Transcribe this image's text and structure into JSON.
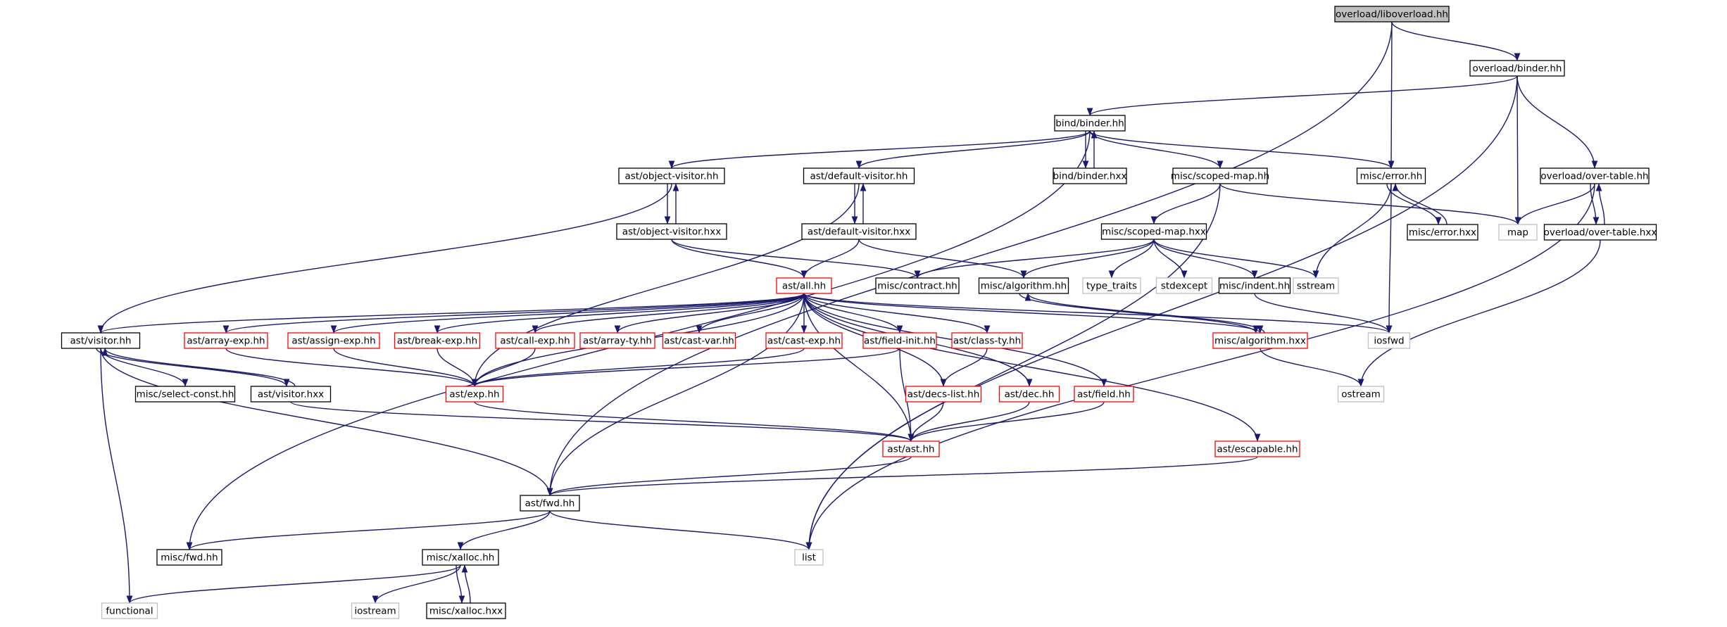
{
  "graph": {
    "colors": {
      "edge": "#191970",
      "root_fill": "#bfbfbf",
      "node_border": "#000000",
      "partial_border": "#ff0000",
      "external_border": "#bfbfbf",
      "text": "#000000"
    },
    "nodes": [
      {
        "id": "n_liboverload",
        "label": "overload/liboverload.hh",
        "kind": "root"
      },
      {
        "id": "n_ov_binder",
        "label": "overload/binder.hh",
        "kind": "normal"
      },
      {
        "id": "n_bind_binder",
        "label": "bind/binder.hh",
        "kind": "normal"
      },
      {
        "id": "n_ast_objvis",
        "label": "ast/object-visitor.hh",
        "kind": "normal"
      },
      {
        "id": "n_ast_defvis",
        "label": "ast/default-visitor.hh",
        "kind": "normal"
      },
      {
        "id": "n_bind_binder_hxx",
        "label": "bind/binder.hxx",
        "kind": "normal"
      },
      {
        "id": "n_misc_scopedmap",
        "label": "misc/scoped-map.hh",
        "kind": "normal"
      },
      {
        "id": "n_misc_error",
        "label": "misc/error.hh",
        "kind": "normal"
      },
      {
        "id": "n_ov_overtable",
        "label": "overload/over-table.hh",
        "kind": "normal"
      },
      {
        "id": "n_ast_objvis_hxx",
        "label": "ast/object-visitor.hxx",
        "kind": "normal"
      },
      {
        "id": "n_ast_defvis_hxx",
        "label": "ast/default-visitor.hxx",
        "kind": "normal"
      },
      {
        "id": "n_misc_scopedmap_hxx",
        "label": "misc/scoped-map.hxx",
        "kind": "normal"
      },
      {
        "id": "n_misc_error_hxx",
        "label": "misc/error.hxx",
        "kind": "normal"
      },
      {
        "id": "n_map",
        "label": "map",
        "kind": "external"
      },
      {
        "id": "n_ov_overtable_hxx",
        "label": "overload/over-table.hxx",
        "kind": "normal"
      },
      {
        "id": "n_ast_all",
        "label": "ast/all.hh",
        "kind": "partial"
      },
      {
        "id": "n_misc_contract",
        "label": "misc/contract.hh",
        "kind": "normal"
      },
      {
        "id": "n_misc_algorithm",
        "label": "misc/algorithm.hh",
        "kind": "normal"
      },
      {
        "id": "n_type_traits",
        "label": "type_traits",
        "kind": "external"
      },
      {
        "id": "n_stdexcept",
        "label": "stdexcept",
        "kind": "external"
      },
      {
        "id": "n_misc_indent",
        "label": "misc/indent.hh",
        "kind": "normal"
      },
      {
        "id": "n_sstream",
        "label": "sstream",
        "kind": "external"
      },
      {
        "id": "n_ast_visitor",
        "label": "ast/visitor.hh",
        "kind": "normal"
      },
      {
        "id": "n_ast_arrayexp",
        "label": "ast/array-exp.hh",
        "kind": "partial"
      },
      {
        "id": "n_ast_assignexp",
        "label": "ast/assign-exp.hh",
        "kind": "partial"
      },
      {
        "id": "n_ast_breakexp",
        "label": "ast/break-exp.hh",
        "kind": "partial"
      },
      {
        "id": "n_ast_callexp",
        "label": "ast/call-exp.hh",
        "kind": "partial"
      },
      {
        "id": "n_ast_arrayty",
        "label": "ast/array-ty.hh",
        "kind": "partial"
      },
      {
        "id": "n_ast_castvar",
        "label": "ast/cast-var.hh",
        "kind": "partial"
      },
      {
        "id": "n_ast_castexp",
        "label": "ast/cast-exp.hh",
        "kind": "partial"
      },
      {
        "id": "n_ast_fieldinit",
        "label": "ast/field-init.hh",
        "kind": "partial"
      },
      {
        "id": "n_ast_classty",
        "label": "ast/class-ty.hh",
        "kind": "partial"
      },
      {
        "id": "n_misc_algorithm_hxx",
        "label": "misc/algorithm.hxx",
        "kind": "partial"
      },
      {
        "id": "n_iosfwd",
        "label": "iosfwd",
        "kind": "external"
      },
      {
        "id": "n_misc_selectconst",
        "label": "misc/select-const.hh",
        "kind": "normal"
      },
      {
        "id": "n_ast_visitor_hxx",
        "label": "ast/visitor.hxx",
        "kind": "normal"
      },
      {
        "id": "n_ast_exp",
        "label": "ast/exp.hh",
        "kind": "partial"
      },
      {
        "id": "n_ast_decslist",
        "label": "ast/decs-list.hh",
        "kind": "partial"
      },
      {
        "id": "n_ast_dec",
        "label": "ast/dec.hh",
        "kind": "partial"
      },
      {
        "id": "n_ast_field",
        "label": "ast/field.hh",
        "kind": "partial"
      },
      {
        "id": "n_ostream",
        "label": "ostream",
        "kind": "external"
      },
      {
        "id": "n_ast_ast",
        "label": "ast/ast.hh",
        "kind": "partial"
      },
      {
        "id": "n_ast_escapable",
        "label": "ast/escapable.hh",
        "kind": "partial"
      },
      {
        "id": "n_ast_fwd",
        "label": "ast/fwd.hh",
        "kind": "normal"
      },
      {
        "id": "n_misc_fwd",
        "label": "misc/fwd.hh",
        "kind": "normal"
      },
      {
        "id": "n_misc_xalloc",
        "label": "misc/xalloc.hh",
        "kind": "normal"
      },
      {
        "id": "n_list",
        "label": "list",
        "kind": "external"
      },
      {
        "id": "n_functional",
        "label": "functional",
        "kind": "external"
      },
      {
        "id": "n_iostream",
        "label": "iostream",
        "kind": "external"
      },
      {
        "id": "n_misc_xalloc_hxx",
        "label": "misc/xalloc.hxx",
        "kind": "normal"
      }
    ],
    "edges": [
      [
        "n_liboverload",
        "n_ov_binder"
      ],
      [
        "n_liboverload",
        "n_misc_error"
      ],
      [
        "n_liboverload",
        "n_ast_fwd"
      ],
      [
        "n_ov_binder",
        "n_bind_binder"
      ],
      [
        "n_ov_binder",
        "n_map"
      ],
      [
        "n_ov_binder",
        "n_ov_overtable"
      ],
      [
        "n_ov_binder",
        "n_list"
      ],
      [
        "n_bind_binder",
        "n_ast_objvis"
      ],
      [
        "n_bind_binder",
        "n_ast_defvis"
      ],
      [
        "n_bind_binder",
        "n_bind_binder_hxx"
      ],
      [
        "n_bind_binder",
        "n_misc_scopedmap"
      ],
      [
        "n_bind_binder",
        "n_misc_error"
      ],
      [
        "n_bind_binder",
        "n_misc_fwd"
      ],
      [
        "n_bind_binder_hxx",
        "n_bind_binder"
      ],
      [
        "n_ast_objvis",
        "n_ast_objvis_hxx"
      ],
      [
        "n_ast_objvis",
        "n_ast_visitor"
      ],
      [
        "n_ast_objvis_hxx",
        "n_ast_objvis"
      ],
      [
        "n_ast_objvis_hxx",
        "n_ast_all"
      ],
      [
        "n_ast_objvis_hxx",
        "n_misc_contract"
      ],
      [
        "n_ast_defvis",
        "n_ast_defvis_hxx"
      ],
      [
        "n_ast_defvis",
        "n_ast_exp"
      ],
      [
        "n_ast_defvis_hxx",
        "n_ast_defvis"
      ],
      [
        "n_ast_defvis_hxx",
        "n_ast_all"
      ],
      [
        "n_ast_defvis_hxx",
        "n_misc_algorithm"
      ],
      [
        "n_misc_scopedmap",
        "n_misc_scopedmap_hxx"
      ],
      [
        "n_misc_scopedmap",
        "n_map"
      ],
      [
        "n_misc_scopedmap",
        "n_list"
      ],
      [
        "n_misc_scopedmap_hxx",
        "n_misc_contract"
      ],
      [
        "n_misc_scopedmap_hxx",
        "n_misc_algorithm"
      ],
      [
        "n_misc_scopedmap_hxx",
        "n_type_traits"
      ],
      [
        "n_misc_scopedmap_hxx",
        "n_stdexcept"
      ],
      [
        "n_misc_scopedmap_hxx",
        "n_misc_indent"
      ],
      [
        "n_misc_scopedmap_hxx",
        "n_sstream"
      ],
      [
        "n_misc_error",
        "n_misc_error_hxx"
      ],
      [
        "n_misc_error",
        "n_sstream"
      ],
      [
        "n_misc_error",
        "n_iosfwd"
      ],
      [
        "n_misc_error_hxx",
        "n_misc_error"
      ],
      [
        "n_ov_overtable",
        "n_ov_overtable_hxx"
      ],
      [
        "n_ov_overtable",
        "n_map"
      ],
      [
        "n_ov_overtable",
        "n_list"
      ],
      [
        "n_ov_overtable_hxx",
        "n_ov_overtable"
      ],
      [
        "n_ov_overtable_hxx",
        "n_ostream"
      ],
      [
        "n_misc_indent",
        "n_iosfwd"
      ],
      [
        "n_misc_algorithm",
        "n_misc_algorithm_hxx"
      ],
      [
        "n_misc_algorithm_hxx",
        "n_misc_algorithm"
      ],
      [
        "n_misc_algorithm_hxx",
        "n_ostream"
      ],
      [
        "n_ast_all",
        "n_ast_visitor"
      ],
      [
        "n_ast_all",
        "n_ast_arrayexp"
      ],
      [
        "n_ast_all",
        "n_ast_assignexp"
      ],
      [
        "n_ast_all",
        "n_ast_breakexp"
      ],
      [
        "n_ast_all",
        "n_ast_callexp"
      ],
      [
        "n_ast_all",
        "n_ast_arrayty"
      ],
      [
        "n_ast_all",
        "n_ast_castvar"
      ],
      [
        "n_ast_all",
        "n_ast_castexp"
      ],
      [
        "n_ast_all",
        "n_ast_fieldinit"
      ],
      [
        "n_ast_all",
        "n_ast_classty"
      ],
      [
        "n_ast_all",
        "n_misc_algorithm_hxx"
      ],
      [
        "n_ast_all",
        "n_iosfwd"
      ],
      [
        "n_ast_all",
        "n_ast_exp"
      ],
      [
        "n_ast_all",
        "n_ast_decslist"
      ],
      [
        "n_ast_all",
        "n_ast_dec"
      ],
      [
        "n_ast_all",
        "n_ast_field"
      ],
      [
        "n_ast_all",
        "n_ast_ast"
      ],
      [
        "n_ast_all",
        "n_ast_escapable"
      ],
      [
        "n_ast_all",
        "n_ast_fwd"
      ],
      [
        "n_ast_visitor",
        "n_misc_selectconst"
      ],
      [
        "n_ast_visitor",
        "n_ast_visitor_hxx"
      ],
      [
        "n_ast_visitor",
        "n_functional"
      ],
      [
        "n_ast_visitor",
        "n_ast_fwd"
      ],
      [
        "n_ast_visitor_hxx",
        "n_ast_visitor"
      ],
      [
        "n_ast_visitor_hxx",
        "n_ast_ast"
      ],
      [
        "n_ast_arrayexp",
        "n_ast_exp"
      ],
      [
        "n_ast_assignexp",
        "n_ast_exp"
      ],
      [
        "n_ast_breakexp",
        "n_ast_exp"
      ],
      [
        "n_ast_callexp",
        "n_ast_exp"
      ],
      [
        "n_ast_castexp",
        "n_ast_exp"
      ],
      [
        "n_ast_fieldinit",
        "n_ast_exp"
      ],
      [
        "n_ast_fieldinit",
        "n_ast_ast"
      ],
      [
        "n_ast_classty",
        "n_ast_decslist"
      ],
      [
        "n_ast_exp",
        "n_ast_ast"
      ],
      [
        "n_ast_decslist",
        "n_ast_ast"
      ],
      [
        "n_ast_dec",
        "n_ast_ast"
      ],
      [
        "n_ast_field",
        "n_ast_ast"
      ],
      [
        "n_ast_ast",
        "n_ast_fwd"
      ],
      [
        "n_ast_escapable",
        "n_ast_fwd"
      ],
      [
        "n_ast_fwd",
        "n_misc_fwd"
      ],
      [
        "n_ast_fwd",
        "n_misc_xalloc"
      ],
      [
        "n_ast_fwd",
        "n_list"
      ],
      [
        "n_misc_xalloc",
        "n_functional"
      ],
      [
        "n_misc_xalloc",
        "n_iostream"
      ],
      [
        "n_misc_xalloc",
        "n_misc_xalloc_hxx"
      ],
      [
        "n_misc_xalloc_hxx",
        "n_misc_xalloc"
      ]
    ]
  }
}
